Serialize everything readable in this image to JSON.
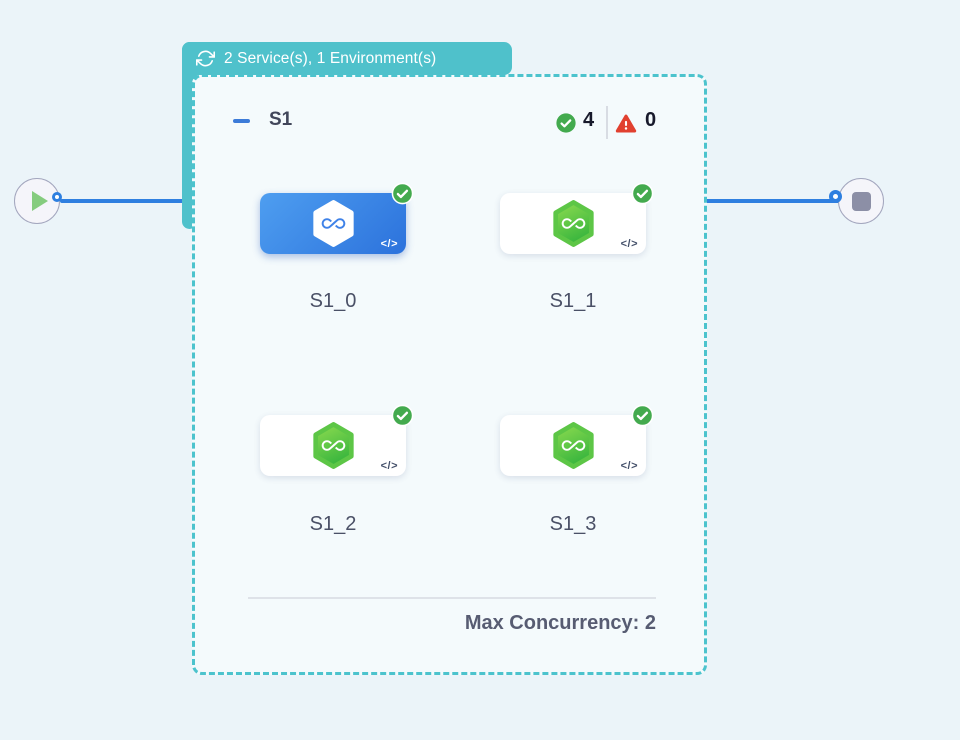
{
  "loop_badge": {
    "label": "2 Service(s), 1 Environment(s)",
    "icon": "loop-icon",
    "color": "#4FC1CB"
  },
  "flow": {
    "start_icon": "play-icon",
    "end_icon": "stop-icon",
    "edge_color": "#2E7FE0"
  },
  "stage": {
    "title": "S1",
    "success_count": "4",
    "error_count": "0",
    "code_glyph": "</>",
    "border_color": "#4CC3CD",
    "services": [
      {
        "name": "S1_0",
        "selected": true,
        "status": "success"
      },
      {
        "name": "S1_1",
        "selected": false,
        "status": "success"
      },
      {
        "name": "S1_2",
        "selected": false,
        "status": "success"
      },
      {
        "name": "S1_3",
        "selected": false,
        "status": "success"
      }
    ],
    "footer": {
      "max_concurrency_label": "Max Concurrency: 2"
    }
  },
  "colors": {
    "success_green": "#43AA4E",
    "error_red": "#E1402F",
    "selected_card_blue_start": "#4E9EF0",
    "selected_card_blue_end": "#2C72DC",
    "hex_green_start": "#8FDC50",
    "hex_green_end": "#3AB63E",
    "infinity_blue": "#3F82E8",
    "canvas_background": "#EBF4F9"
  }
}
